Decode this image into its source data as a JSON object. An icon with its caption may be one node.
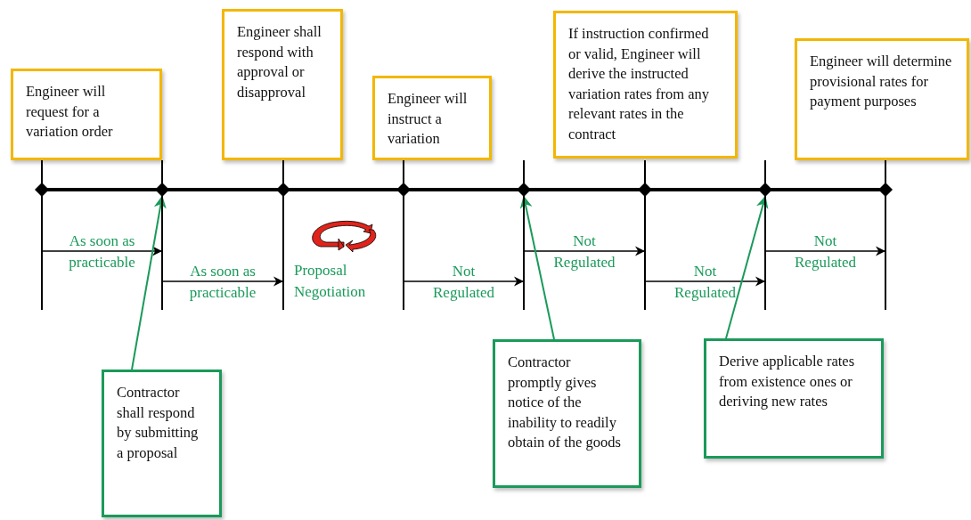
{
  "diagram": {
    "nodes": [
      {
        "text": [
          "Engineer will request for a variation order"
        ]
      },
      {
        "text": [
          "Engineer shall respond with approval or disapproval"
        ]
      },
      {
        "text": [
          "Engineer will instruct a variation"
        ]
      },
      {
        "text": [
          "If instruction confirmed or valid, Engineer will derive the instructed variation rates from any relevant rates in the contract"
        ]
      },
      {
        "text": [
          "Engineer will determine provisional rates for payment purposes"
        ]
      },
      {
        "text": [],
        "shape": "bar"
      },
      {
        "text": [],
        "shape": "bar"
      },
      {
        "text": [],
        "shape": "bar"
      },
      {
        "text": [],
        "shape": "bar"
      },
      {
        "text": [],
        "shape": "bar"
      },
      {
        "text": [],
        "shape": "bar"
      },
      {
        "text": [],
        "shape": "bar"
      },
      {
        "text": [],
        "shape": "bar"
      },
      {
        "text": [
          "Contractor shall respond by submitting a proposal"
        ]
      },
      {
        "text": [
          "Contractor promptly gives notice of the inability to readily obtain of the goods"
        ]
      },
      {
        "text": [
          "Derive applicable rates from existence ones or deriving new rates"
        ]
      }
    ],
    "edges": [
      {
        "from": 5,
        "to": 6,
        "arrow": "to",
        "label": "As soon as practicable"
      },
      {
        "from": 6,
        "to": 7,
        "arrow": "to",
        "label": "As soon as practicable"
      },
      {
        "from": 8,
        "to": 9,
        "arrow": "to",
        "label": "Not Regulated"
      },
      {
        "from": 9,
        "to": 10,
        "arrow": "to",
        "label": "Not Regulated"
      },
      {
        "from": 10,
        "to": 11,
        "arrow": "to",
        "label": "Not Regulated"
      },
      {
        "from": 11,
        "to": 12,
        "arrow": "to",
        "label": "Not Regulated"
      },
      {
        "from": 13,
        "to": 6,
        "arrow": "to",
        "color": "#1a9a5a"
      },
      {
        "from": 14,
        "to": 9,
        "arrow": "to",
        "color": "#1a9a5a"
      },
      {
        "from": 15,
        "to": 11,
        "arrow": "to",
        "color": "#1a9a5a"
      }
    ],
    "labels": [
      "Proposal Negotiation"
    ]
  }
}
